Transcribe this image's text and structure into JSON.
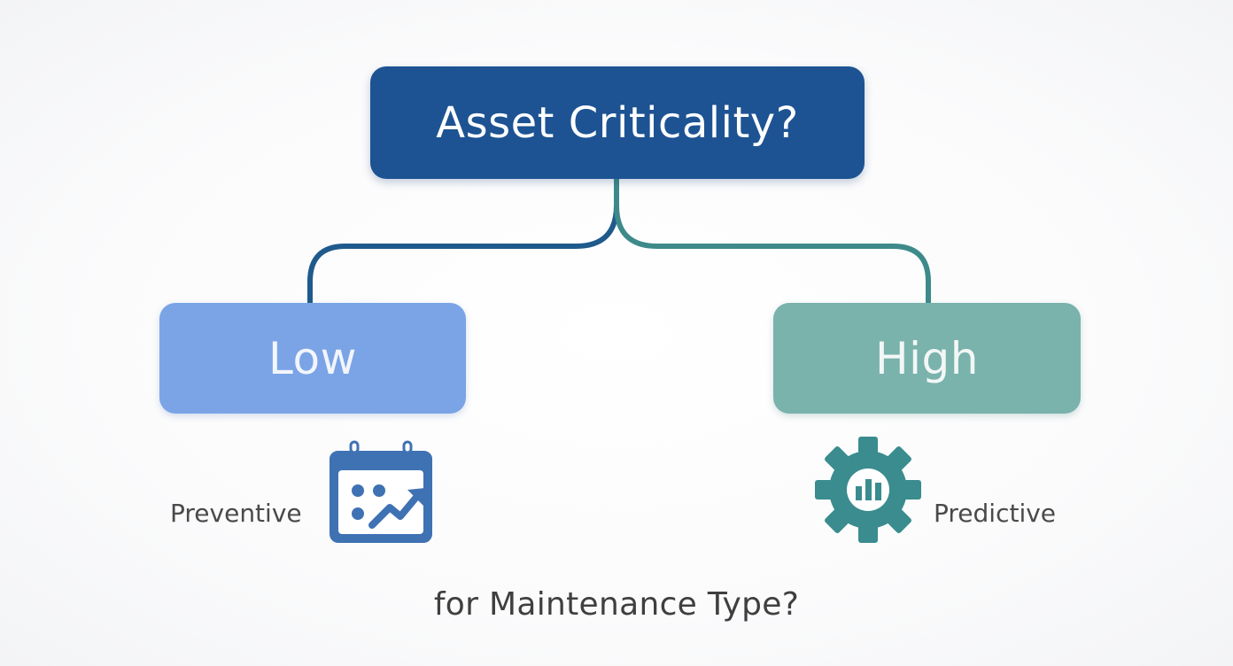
{
  "diagram": {
    "root": {
      "label": "Asset Criticality?"
    },
    "branches": [
      {
        "label": "Low",
        "outcome": "Preventive",
        "icon": "calendar-chart-icon",
        "color": "#7aa4e6"
      },
      {
        "label": "High",
        "outcome": "Predictive",
        "icon": "gear-chart-icon",
        "color": "#7ab2ac"
      }
    ],
    "footer": "for Maintenance Type?"
  },
  "colors": {
    "root": "#1d5392",
    "connector_left": "#1f5a8c",
    "connector_right": "#3e8a8a",
    "calendar_icon": "#3f72b3",
    "gear_icon": "#3a8c8e"
  }
}
